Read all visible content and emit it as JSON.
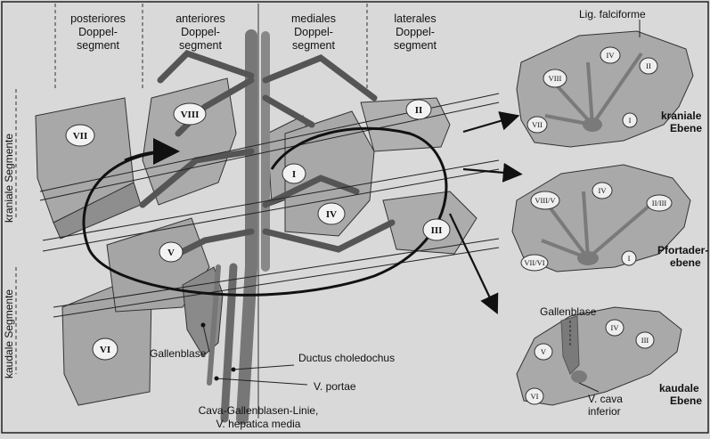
{
  "columns": {
    "posterior": [
      "posteriores",
      "Doppel-",
      "segment"
    ],
    "anterior": [
      "anteriores",
      "Doppel-",
      "segment"
    ],
    "medial": [
      "mediales",
      "Doppel-",
      "segment"
    ],
    "lateral": [
      "laterales",
      "Doppel-",
      "segment"
    ]
  },
  "side_labels": {
    "cranial": "kraniale Segmente",
    "caudal": "kaudale Segmente"
  },
  "segments": {
    "VII": "VII",
    "VIII": "VIII",
    "I": "I",
    "II": "II",
    "IV": "IV",
    "III": "III",
    "V": "V",
    "VI": "VI"
  },
  "callouts": {
    "gallbladder": "Gallenblase",
    "bile_duct": "Ductus choledochus",
    "portal_vein": "V. portae",
    "midline": [
      "Cava-Gallenblasen-Linie,",
      "V. hepatica media"
    ]
  },
  "planes": {
    "kranial": {
      "title": [
        "kraniale",
        "Ebene"
      ],
      "ligament": "Lig. falciforme",
      "segments": [
        "VIII",
        "IV",
        "II",
        "VII",
        "I"
      ]
    },
    "pfortader": {
      "title": [
        "Pfortader-",
        "ebene"
      ],
      "segments": [
        "VIII/V",
        "IV",
        "II/III",
        "VII/VI",
        "I"
      ]
    },
    "kaudal": {
      "title": [
        "kaudale",
        "Ebene"
      ],
      "gallbladder": "Gallenblase",
      "vena_cava": [
        "V. cava",
        "inferior"
      ],
      "segments": [
        "V",
        "IV",
        "III",
        "VI"
      ]
    }
  },
  "colors": {
    "liver": "#a9a9a9",
    "liver_dark": "#8c8c8c",
    "vessel": "#6e6e6e",
    "background": "#d9d9d9"
  }
}
